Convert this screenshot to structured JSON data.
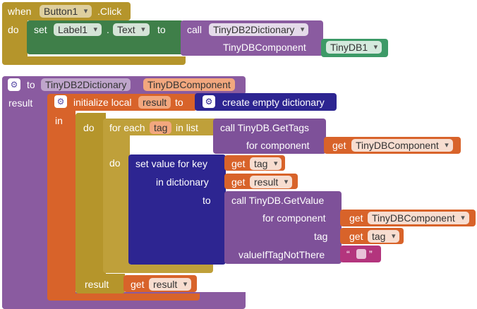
{
  "event_block": {
    "when_label": "when",
    "component": "Button1",
    "event": ".Click",
    "do_label": "do"
  },
  "set_block": {
    "set_label": "set",
    "component": "Label1",
    "dot": ".",
    "property": "Text",
    "to_label": "to"
  },
  "call_proc_block": {
    "call_label": "call",
    "procedure": "TinyDB2Dictionary",
    "arg_label": "TinyDBComponent",
    "arg_value": "TinyDB1"
  },
  "proc_def": {
    "to_label": "to",
    "name": "TinyDB2Dictionary",
    "param": "TinyDBComponent",
    "result_label": "result"
  },
  "init_local": {
    "label": "initialize local",
    "var": "result",
    "to_label": "to",
    "in_label": "in",
    "create_dict_label": "create empty dictionary"
  },
  "do_result": {
    "do_label": "do",
    "result_label": "result",
    "get_label": "get",
    "var": "result"
  },
  "for_each": {
    "label": "for each",
    "var": "tag",
    "in_list_label": "in list",
    "do_label": "do"
  },
  "get_tags": {
    "label": "call TinyDB.GetTags",
    "for_component_label": "for component",
    "get_label": "get",
    "var": "TinyDBComponent"
  },
  "set_value": {
    "label": "set value for key",
    "get_label": "get",
    "key_var": "tag",
    "in_dict_label": "in dictionary",
    "dict_var": "result",
    "to_label": "to"
  },
  "get_value": {
    "label": "call TinyDB.GetValue",
    "for_component_label": "for component",
    "get_label": "get",
    "component_var": "TinyDBComponent",
    "tag_label": "tag",
    "tag_var": "tag",
    "value_if_label": "valueIfTagNotThere",
    "quote_open": "“",
    "quote_close": "”"
  },
  "icons": {
    "gear": "gear-icon",
    "dropdown": "chevron-down-icon"
  },
  "colors": {
    "control": "#b5952b",
    "component_set": "#3f7f49",
    "procedure": "#8a5ba0",
    "variable": "#d8632a",
    "dictionary": "#2d2591",
    "text": "#b3357d",
    "component_ref": "#3d9a67"
  }
}
